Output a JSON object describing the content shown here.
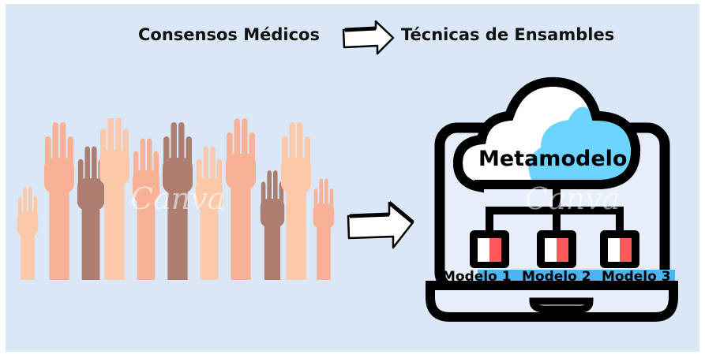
{
  "header": {
    "left": "Consensos Médicos",
    "right": "Técnicas de Ensambles"
  },
  "diagram": {
    "root": "Metamodelo",
    "models": [
      "Modelo 1",
      "Modelo 2",
      "Modelo 3"
    ]
  },
  "watermark": "Canva",
  "colors": {
    "background": "#dae7f6",
    "cloud": "#6dd4ff",
    "screen_base": "#4db4f0",
    "model_icon": "#ff5a5a"
  }
}
